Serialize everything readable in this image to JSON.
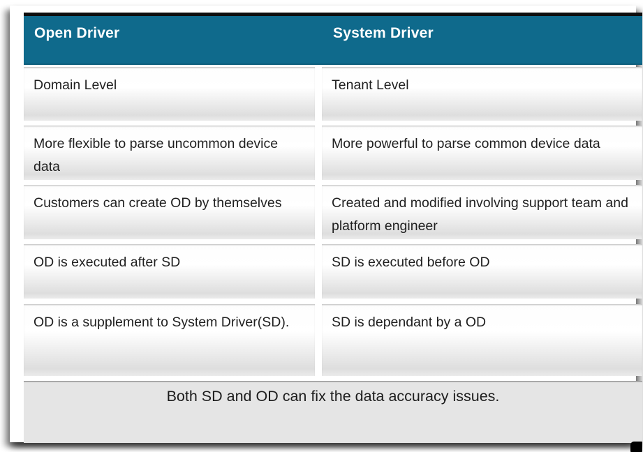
{
  "table": {
    "header": {
      "col1": "Open Driver",
      "col2": "System Driver"
    },
    "rows": [
      {
        "open": "Domain Level",
        "system": "Tenant Level"
      },
      {
        "open": "More flexible to parse uncommon device data",
        "system": "More powerful to parse common device data"
      },
      {
        "open": "Customers can create OD by themselves",
        "system": "Created and modified involving support team and platform engineer"
      },
      {
        "open": "OD is executed after SD",
        "system": "SD is executed before OD"
      },
      {
        "open": "OD is a supplement to System Driver(SD).",
        "system": "SD is dependant by a OD"
      }
    ],
    "footer_note": "Both SD and OD can fix the data accuracy issues."
  },
  "colors": {
    "header_bg": "#0f6a8c",
    "header_text": "#ffffff",
    "body_text": "#1f1f1f",
    "footer_bg": "#e5e5e5",
    "top_border": "#0d0d0d"
  }
}
